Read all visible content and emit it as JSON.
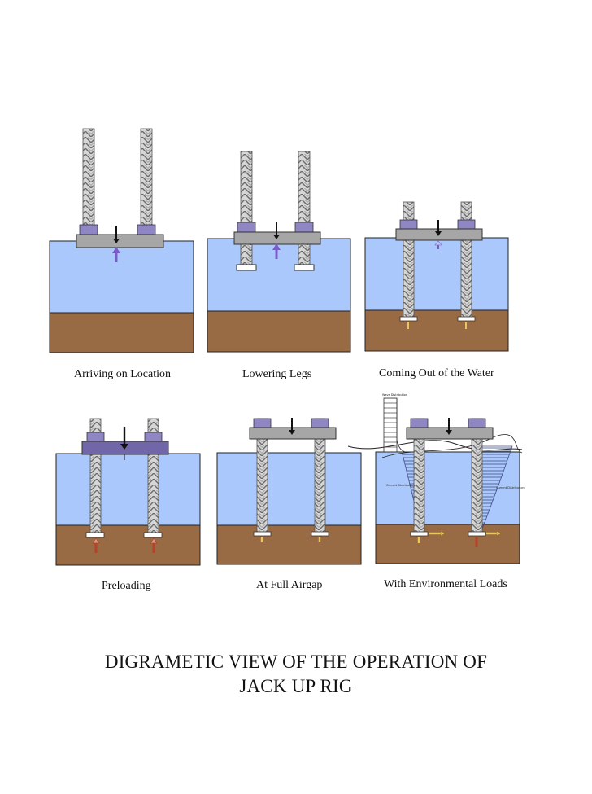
{
  "panels": [
    {
      "id": "arriving",
      "caption": "Arriving on Location"
    },
    {
      "id": "lowering",
      "caption": "Lowering Legs"
    },
    {
      "id": "coming-out",
      "caption": "Coming Out of the Water"
    },
    {
      "id": "preloading",
      "caption": "Preloading"
    },
    {
      "id": "full-airgap",
      "caption": "At Full Airgap"
    },
    {
      "id": "environmental",
      "caption": "With Environmental Loads",
      "annotations": {
        "wave_label": "Wave Distribution",
        "left_current_label": "Current Distribution",
        "right_current_label": "Current Distribution"
      }
    }
  ],
  "title": {
    "line1": "DIGRAMETIC VIEW OF THE OPERATION OF",
    "line2": "JACK UP RIG"
  },
  "colors": {
    "water": "#aac8fb",
    "seabed": "#996b44",
    "hull": "#a6a6a6",
    "hull_preload": "#7066a8",
    "leg": "#d2d2d2",
    "guide": "#8f86c4",
    "load_arrow": "#7a5cc8",
    "preload_arrow": "#b6422c",
    "env_arrow": "#e8c85a"
  }
}
